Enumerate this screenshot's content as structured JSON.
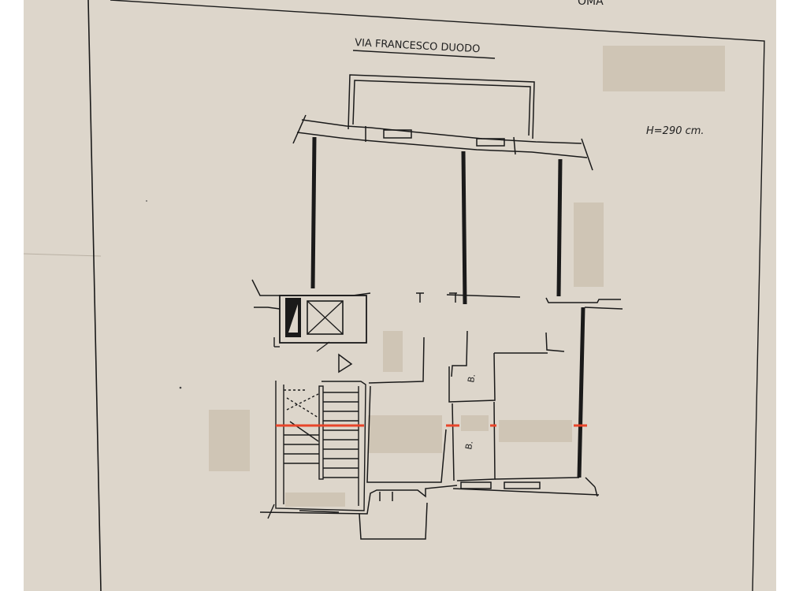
{
  "document": {
    "top_fragment": "OMA",
    "street_name": "VIA FRANCESCO DUODO",
    "ceiling_height": "H=290 cm.",
    "bathroom_labels": [
      "B.",
      "B."
    ]
  },
  "colors": {
    "paper": "#ddd6cb",
    "paper_inner": "#dcd6cc",
    "ink": "#1a1a1a",
    "section_line": "#e8452a",
    "redaction": "#cfc5b5"
  }
}
